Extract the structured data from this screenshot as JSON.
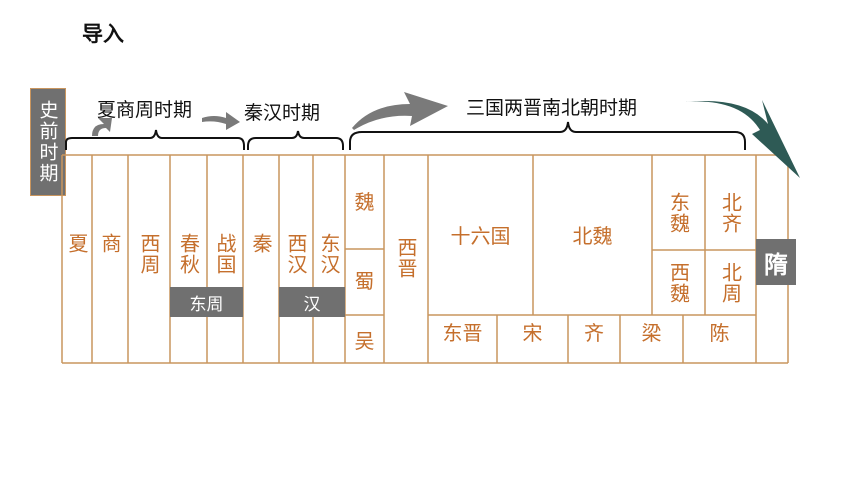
{
  "title": "导入",
  "prehistoric": "史前时期",
  "periods": {
    "xia_shang_zhou": "夏商周时期",
    "qin_han": "秦汉时期",
    "three_kingdoms_nb": "三国两晋南北朝时期"
  },
  "dynasties": {
    "xia": "夏",
    "shang": "商",
    "western_zhou": "西周",
    "spring_autumn": "春秋",
    "warring_states": "战国",
    "qin": "秦",
    "western_han": "西汉",
    "eastern_han": "东汉",
    "wei": "魏",
    "shu": "蜀",
    "wu": "吴",
    "western_jin": "西晋",
    "sixteen_kingdoms": "十六国",
    "northern_wei": "北魏",
    "eastern_wei": "东魏",
    "western_wei": "西魏",
    "northern_qi": "北齐",
    "northern_zhou": "北周",
    "eastern_jin": "东晋",
    "song": "宋",
    "qi": "齐",
    "liang": "梁",
    "chen": "陈"
  },
  "labels": {
    "eastern_zhou": "东周",
    "han": "汉",
    "sui": "隋"
  },
  "colors": {
    "line": "#c9955e",
    "text": "#c56f2c",
    "tag_bg": "#707070",
    "arrow_dark": "#2e5a55",
    "arrow_gray": "#7a7a7a"
  }
}
